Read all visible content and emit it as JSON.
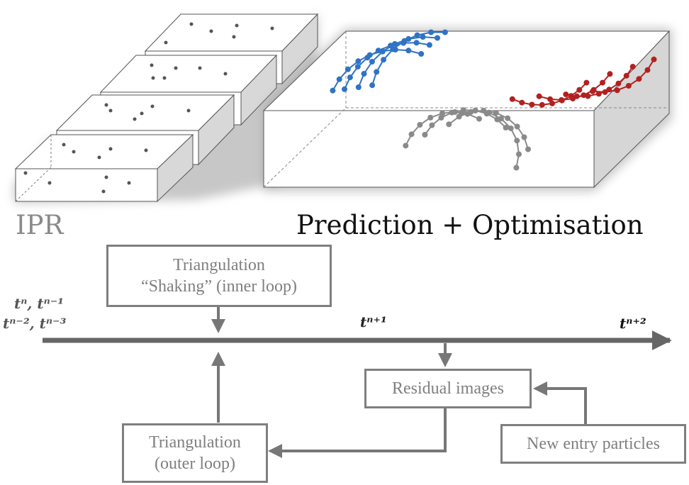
{
  "labels": {
    "ipr": "IPR",
    "prediction": "Prediction + Optimisation"
  },
  "boxes": {
    "triangulation_shaking_line1": "Triangulation",
    "triangulation_shaking_line2": "“Shaking” (inner loop)",
    "residual_images": "Residual images",
    "triangulation_outer_line1": "Triangulation",
    "triangulation_outer_line2": "(outer loop)",
    "new_entry_particles": "New entry particles"
  },
  "timeline": {
    "t_n_line1": "tⁿ, tⁿ⁻¹",
    "t_n_line2": "tⁿ⁻², tⁿ⁻³",
    "t_n1": "tⁿ⁺¹",
    "t_n2": "tⁿ⁺²"
  },
  "colors": {
    "blue": "#2f73c4",
    "red": "#b32020",
    "gray": "#8a8a8a",
    "arrow": "#777777"
  }
}
